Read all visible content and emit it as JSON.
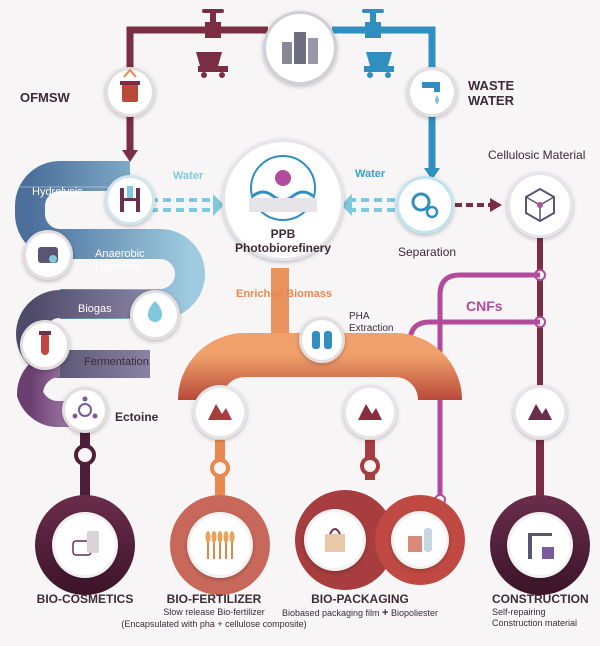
{
  "diagram": {
    "title": "PPB Photobiorefinery",
    "nodes": {
      "city": {
        "label": "",
        "icon": "city-icon"
      },
      "ofmsw": {
        "label": "OFMSW",
        "icon": "recycle-bin-icon"
      },
      "wastewater": {
        "label": "WASTE\nWATER",
        "line1": "WASTE",
        "line2": "WATER",
        "icon": "faucet-icon"
      },
      "ppb": {
        "line1": "PPB",
        "line2": "Photobiorefinery",
        "icon": "reactor-icon"
      },
      "separation": {
        "label": "Separation",
        "icon": "gears-icon"
      },
      "cellulosic": {
        "label": "Cellulosic Material",
        "icon": "cube-icon"
      },
      "hydrolysis": {
        "label": "Hydrolysis",
        "icon": "lab-glassware-icon"
      },
      "anaerobic": {
        "line1": "Anaerobic",
        "line2": "Digestion",
        "icon": "digester-icon"
      },
      "biogas": {
        "label": "Biogas",
        "icon": "flame-icon"
      },
      "fermentation": {
        "label": "Fermentation",
        "icon": "test-tube-icon"
      },
      "ectoine": {
        "label": "Ectoine",
        "icon": "molecule-icon"
      },
      "enriched": {
        "label": "Enriched Biomass"
      },
      "pha": {
        "line1": "PHA",
        "line2": "Extraction",
        "icon": "tanks-icon"
      },
      "cnfs": {
        "label": "CNFs"
      },
      "water_left": {
        "label": "Water"
      },
      "water_right": {
        "label": "Water"
      }
    },
    "products": {
      "cosmetics": {
        "title": "BIO-COSMETICS",
        "icon": "cosmetics-jar-icon"
      },
      "fertilizer": {
        "title": "BIO-FERTILIZER",
        "sub1": "Slow release Bio-fertilizer",
        "sub2": "(Encapsulated with pha + cellulose composite)",
        "icon": "wheat-icon"
      },
      "packaging": {
        "title": "BIO-PACKAGING",
        "sub1": "Biobased packaging film",
        "plus": "+",
        "sub2": "Biopoliester",
        "icon": "shopping-bag-icon"
      },
      "construction": {
        "title": "CONSTRUCTION",
        "sub1": "Self-repairing",
        "sub2": "Construction material",
        "icon": "crane-icon"
      }
    },
    "colors": {
      "maroon": "#7a2d43",
      "blue": "#2f8fbf",
      "lightblue": "#7fc8dd",
      "orange": "#e8884f",
      "purple": "#b24b9c",
      "darkplum": "#4e1f37",
      "slate": "#5a5572",
      "text": "#3d2b36"
    }
  }
}
